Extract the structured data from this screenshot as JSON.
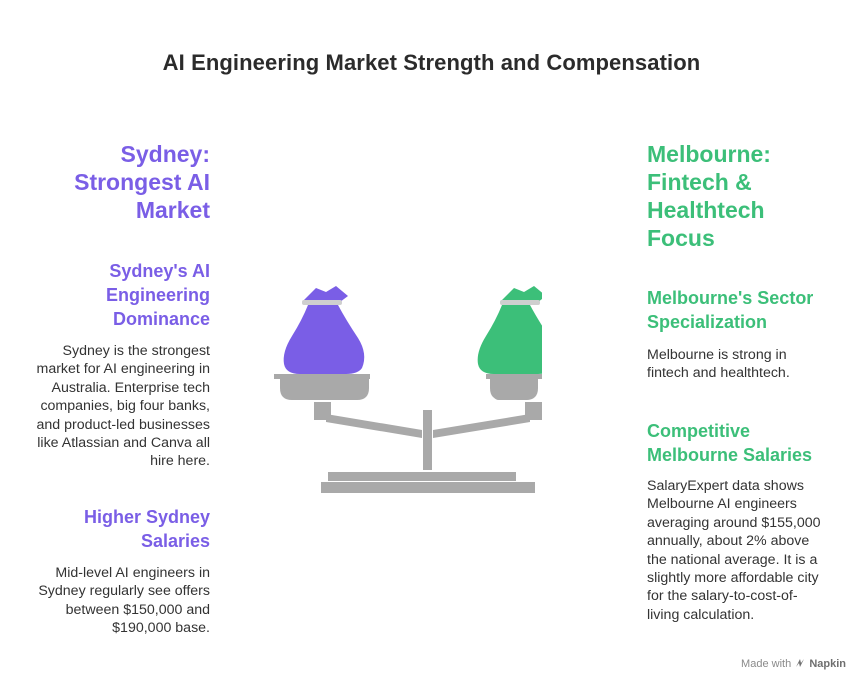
{
  "title": "AI Engineering Market Strength and Compensation",
  "left": {
    "heading": [
      "Sydney:",
      "Strongest AI",
      "Market"
    ],
    "section1": {
      "title": [
        "Sydney's AI",
        "Engineering",
        "Dominance"
      ],
      "body": [
        "Sydney is the strongest",
        "market for AI engineering in",
        "Australia. Enterprise tech",
        "companies, big four banks,",
        "and product-led businesses",
        "like Atlassian and Canva all",
        "hire here."
      ]
    },
    "section2": {
      "title": [
        "Higher Sydney",
        "Salaries"
      ],
      "body": [
        "Mid-level AI engineers in",
        "Sydney regularly see offers",
        "between $150,000 and",
        "$190,000 base."
      ]
    }
  },
  "right": {
    "heading": [
      "Melbourne:",
      "Fintech &",
      "Healthtech",
      "Focus"
    ],
    "section1": {
      "title": [
        "Melbourne's Sector",
        "Specialization"
      ],
      "body": [
        "Melbourne is strong in",
        "fintech and healthtech."
      ]
    },
    "section2": {
      "title": [
        "Competitive",
        "Melbourne Salaries"
      ],
      "body": [
        "SalaryExpert data shows",
        "Melbourne AI engineers",
        "averaging around $155,000",
        "annually, about 2% above",
        "the national average. It is a",
        "slightly more affordable city",
        "for the salary-to-cost-of-",
        "living calculation."
      ]
    }
  },
  "footer": {
    "made_with": "Made with",
    "brand": "Napkin"
  },
  "colors": {
    "sydney": "#7a5ee6",
    "melbourne": "#3cbf79",
    "scale": "#a9a9a9"
  },
  "icons": {
    "left_bag": "money-bag-icon",
    "right_bag": "money-bag-icon",
    "scale": "balance-scale-icon",
    "brand": "napkin-logo-icon"
  }
}
